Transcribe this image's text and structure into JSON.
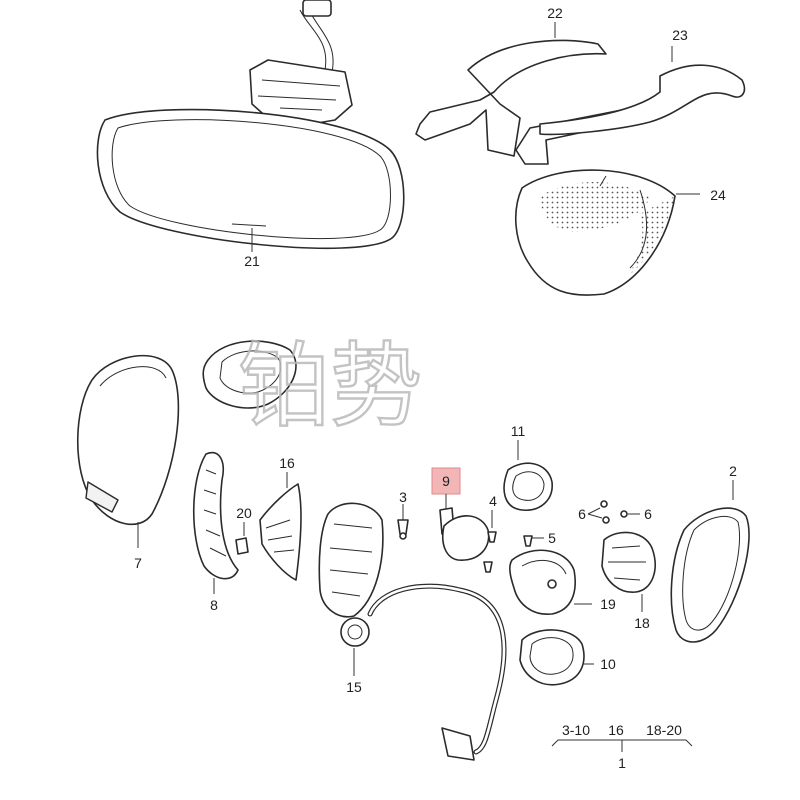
{
  "watermark": "铂势",
  "callouts": {
    "c1": "1",
    "c2": "2",
    "c3": "3",
    "c4": "4",
    "c5": "5",
    "c6a": "6",
    "c6b": "6",
    "c7": "7",
    "c8": "8",
    "c9": "9",
    "c10": "10",
    "c11": "11",
    "c15": "15",
    "c16": "16",
    "c18": "18",
    "c19": "19",
    "c20": "20",
    "c21": "21",
    "c22": "22",
    "c23": "23",
    "c24": "24"
  },
  "assembly_group": {
    "range_a": "3-10",
    "range_b": "16",
    "range_c": "18-20"
  },
  "colors": {
    "highlight": "#f3b6b6",
    "line": "#2b2b2b",
    "watermark": "#b9b9b9"
  }
}
